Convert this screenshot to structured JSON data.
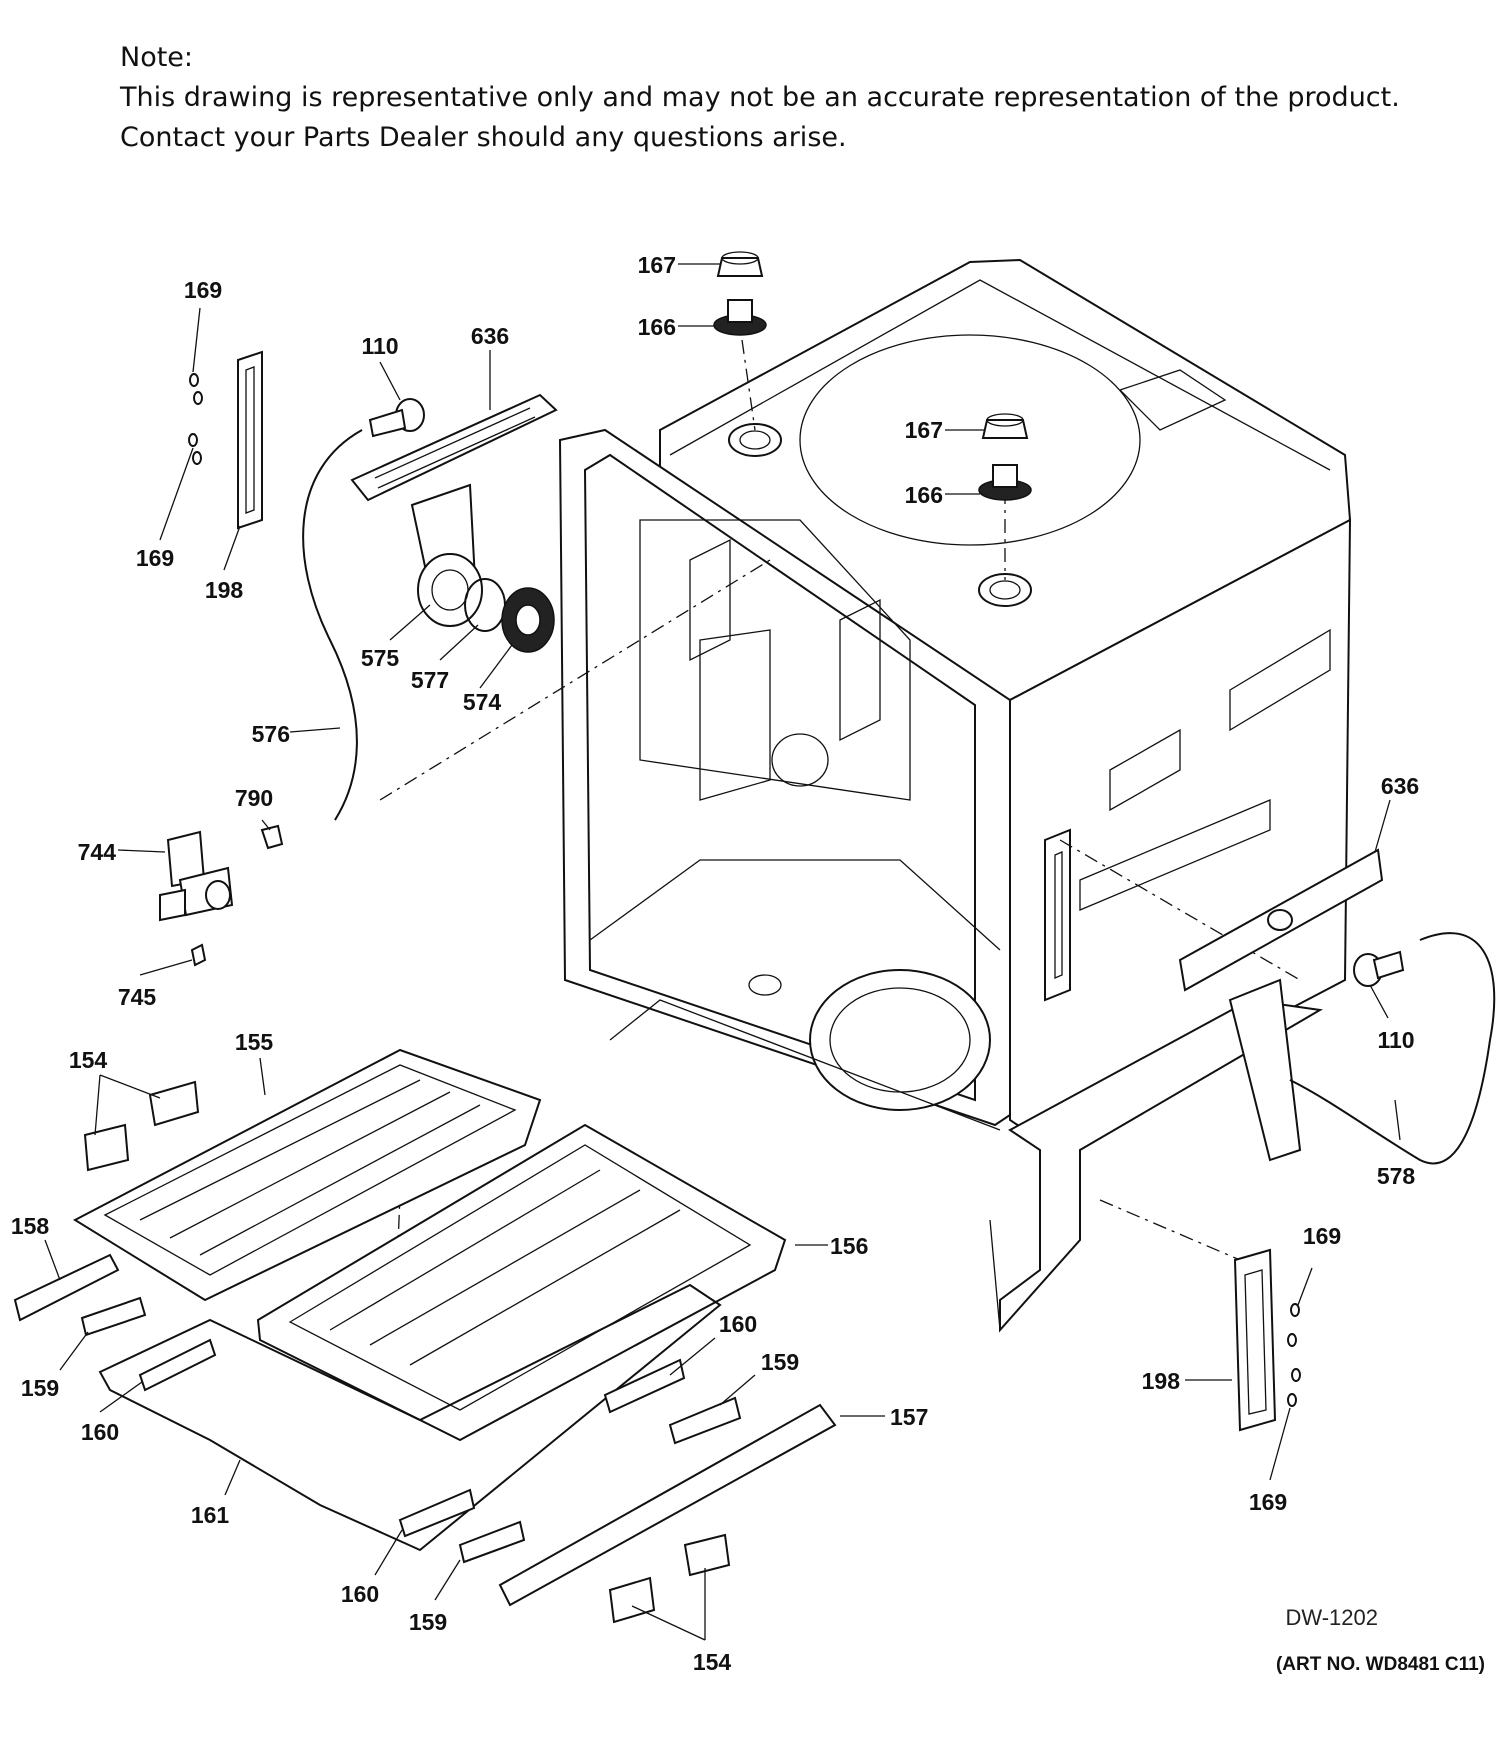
{
  "note": {
    "heading": "Note:",
    "line1": "This drawing is representative only and may not be an accurate representation of the product.",
    "line2": "Contact your Parts Dealer should any questions arise."
  },
  "callouts": {
    "c169_top_left": "169",
    "c169_mid_left": "169",
    "c198_left": "198",
    "c110_left": "110",
    "c636_top": "636",
    "c167_top": "167",
    "c166_top": "166",
    "c167_mid": "167",
    "c166_mid": "166",
    "c575": "575",
    "c577": "577",
    "c574": "574",
    "c576": "576",
    "c790": "790",
    "c744": "744",
    "c745": "745",
    "c636_right": "636",
    "c110_right": "110",
    "c578": "578",
    "c154_top": "154",
    "c155": "155",
    "c158": "158",
    "c156": "156",
    "c159_left": "159",
    "c160_left": "160",
    "c160_mid": "160",
    "c159_mid": "159",
    "c157": "157",
    "c161": "161",
    "c160_bottom": "160",
    "c159_bottom": "159",
    "c154_bottom": "154",
    "c169_right_top": "169",
    "c198_right": "198",
    "c169_right_bottom": "169"
  },
  "drawing_code": "DW-1202",
  "art_number": "(ART NO. WD8481 C11)"
}
